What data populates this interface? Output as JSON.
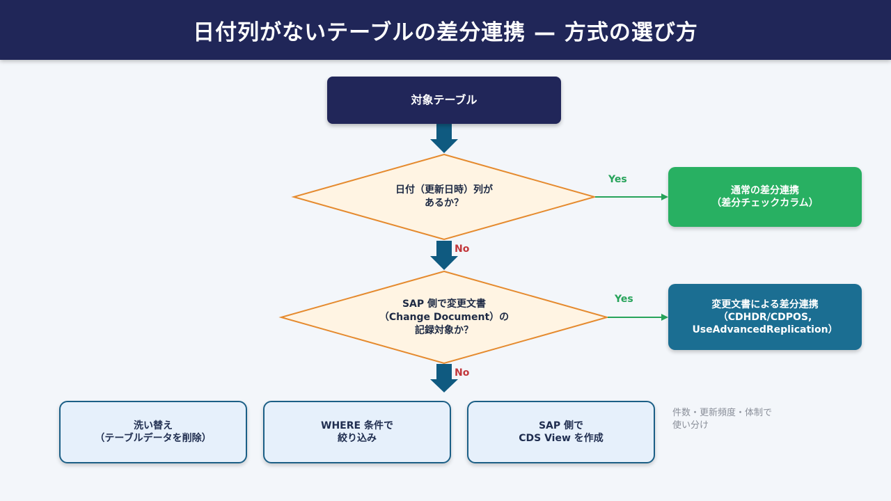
{
  "title": "日付列がないテーブルの差分連携 — 方式の選び方",
  "start": {
    "label": "対象テーブル"
  },
  "decision1": {
    "line1": "日付（更新日時）列が",
    "line2": "あるか？"
  },
  "decision2": {
    "line1": "SAP 側で変更文書",
    "line2": "（Change Document）の",
    "line3": "記録対象か？"
  },
  "edges": {
    "yes1": "Yes",
    "no1": "No",
    "yes2": "Yes",
    "no2": "No"
  },
  "result_standard": {
    "line1": "通常の差分連携",
    "line2": "（差分チェックカラム）"
  },
  "result_change_doc": {
    "line1": "変更文書による差分連携",
    "line2": "（CDHDR/CDPOS,",
    "line3": "UseAdvancedReplication）"
  },
  "options": [
    {
      "line1": "洗い替え",
      "line2": "（テーブルデータを削除）"
    },
    {
      "line1": "WHERE 条件で",
      "line2": "絞り込み"
    },
    {
      "line1": "SAP 側で",
      "line2": "CDS View を作成"
    }
  ],
  "note": {
    "line1": "件数・更新頻度・体制で",
    "line2": "使い分け"
  },
  "colors": {
    "header": "#202658",
    "start": "#212659",
    "decision_fill": "#fff4e3",
    "decision_stroke": "#e58a2e",
    "arrow": "#0f5a80",
    "yes": "#27a35a",
    "no": "#c2373b",
    "result_standard": "#28b062",
    "result_change_doc": "#1b6e92"
  }
}
